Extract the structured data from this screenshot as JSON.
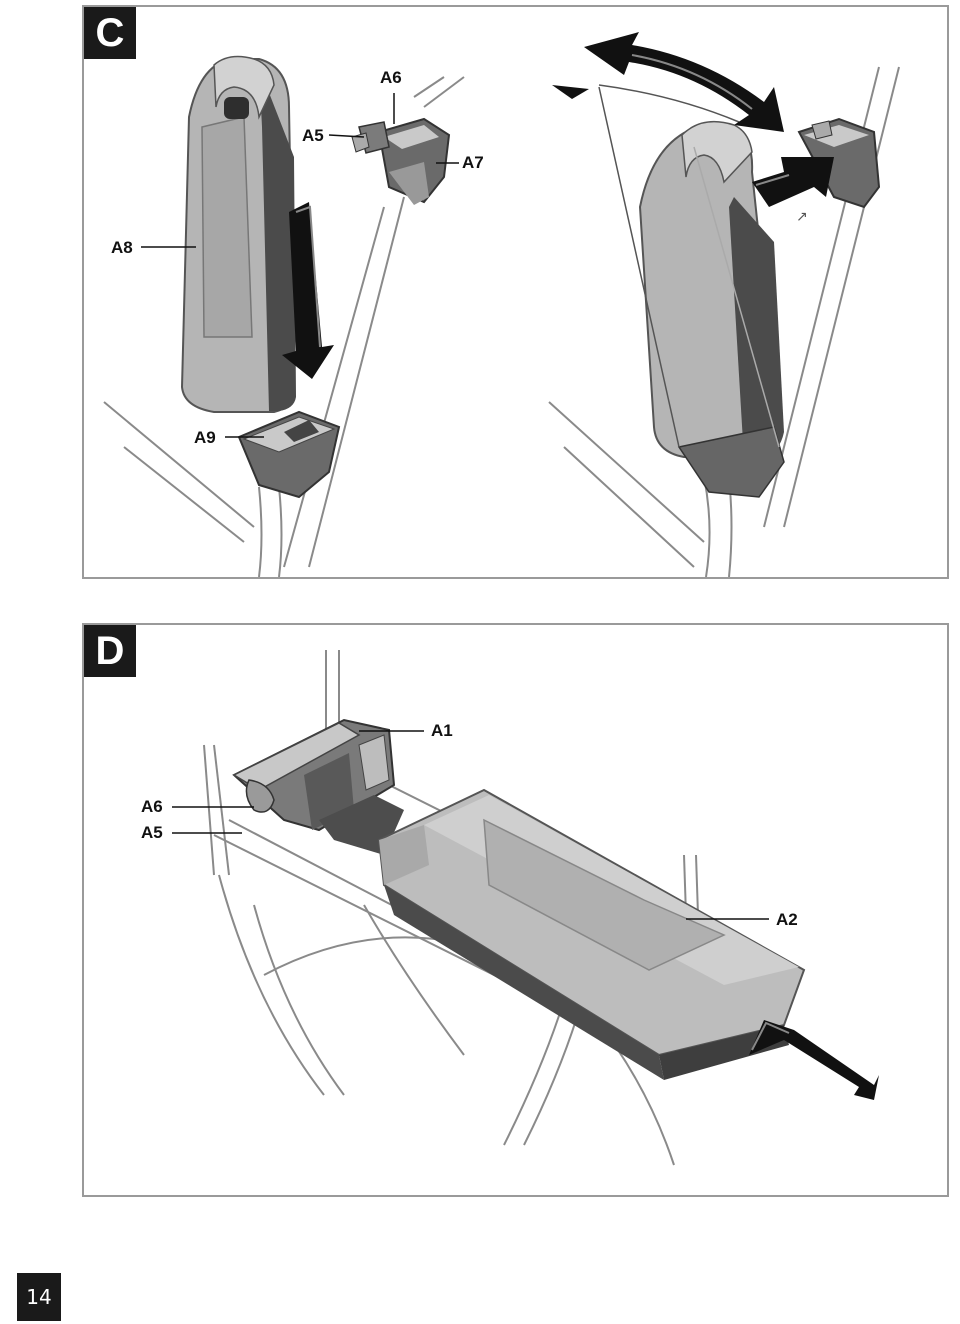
{
  "figures": [
    {
      "letter": "C",
      "callouts": {
        "a5": "A5",
        "a6": "A6",
        "a7": "A7",
        "a8": "A8",
        "a9": "A9"
      }
    },
    {
      "letter": "D",
      "callouts": {
        "a1": "A1",
        "a6": "A6",
        "a5": "A5",
        "a2": "A2"
      }
    }
  ],
  "page_number": "14",
  "colors": {
    "battery_light": "#bdbdbd",
    "battery_dark": "#4a4a4a",
    "frame_line": "#7d7d7d",
    "arrow": "#111111"
  }
}
